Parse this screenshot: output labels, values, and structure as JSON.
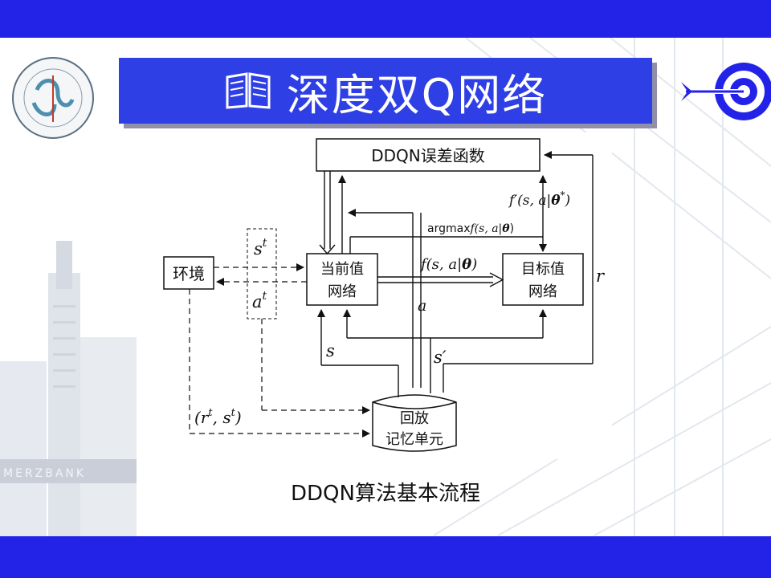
{
  "slide": {
    "title": "深度双Q网络",
    "caption": "DDQN算法基本流程",
    "accent_color": "#2323e8",
    "banner_color": "#2f3fe6",
    "book_icon": "book-icon",
    "logo": "school-logo",
    "decoration": "target-arrow-icon",
    "watermark_text": "MERZBANK"
  },
  "diagram": {
    "error_box": "DDQN误差函数",
    "env_box": "环境",
    "current_net": [
      "当前值",
      "网络"
    ],
    "target_net": [
      "目标值",
      "网络"
    ],
    "replay": [
      "回放",
      "记忆单元"
    ],
    "labels": {
      "st": "s",
      "st_sup": "t",
      "at": "a",
      "at_sup": "t",
      "f_target_prefix": "f′(s, a|",
      "f_target_theta": "θ",
      "f_target_sup": "*",
      "f_target_suffix": ")",
      "argmax_prefix": "argmax",
      "argmax_func": "f(s, a|",
      "argmax_theta": "θ",
      "argmax_suffix": ")",
      "f_current_prefix": "f(s, a|",
      "f_current_theta": "θ",
      "f_current_suffix": ")",
      "a": "a",
      "s": "s",
      "s_prime": "s′",
      "r": "r",
      "rs_open": "(r",
      "rs_sup1": "t",
      "rs_mid": ", s",
      "rs_sup2": "t",
      "rs_close": ")"
    }
  }
}
